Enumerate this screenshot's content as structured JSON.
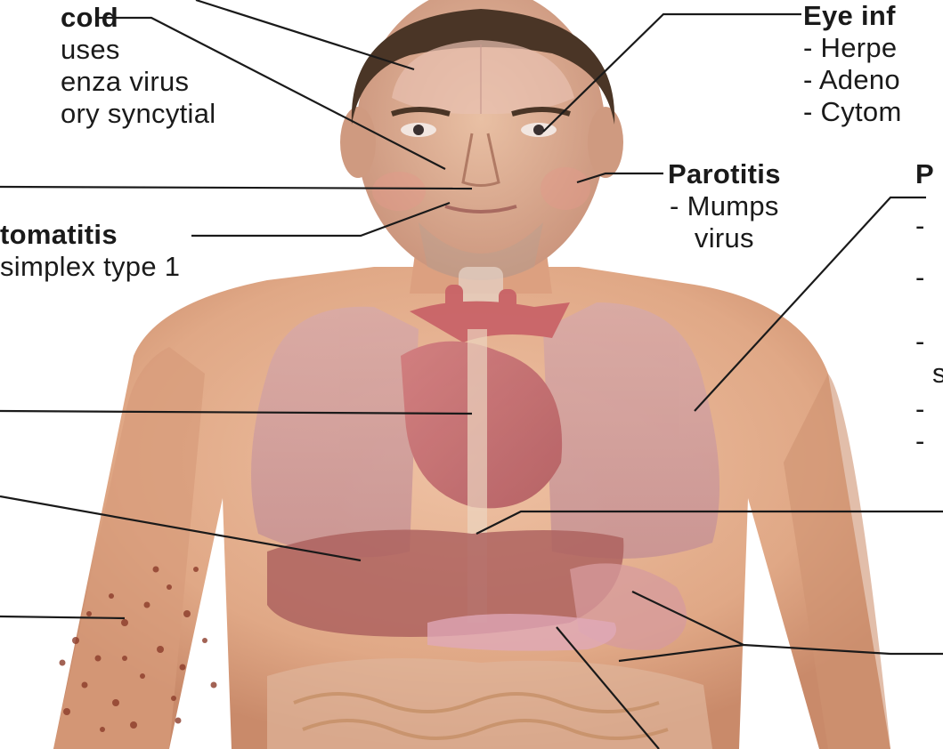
{
  "labels": {
    "common_cold": {
      "heading": "cold",
      "lines": [
        "uses",
        "enza virus",
        "ory syncytial"
      ]
    },
    "eye_infection": {
      "heading": "Eye inf",
      "lines": [
        "- Herpe",
        "- Adeno",
        "- Cytom"
      ]
    },
    "parotitis": {
      "heading": "Parotitis",
      "lines": [
        "- Mumps",
        "virus"
      ]
    },
    "pneumonia": {
      "heading": "P",
      "lines": [
        "-",
        "-",
        "-",
        "-",
        "-"
      ]
    },
    "stomatitis": {
      "heading": "tomatitis",
      "lines": [
        "simplex type 1"
      ]
    },
    "right_fragment": {
      "text": "s"
    }
  },
  "colors": {
    "skin": "#e8b494",
    "skin_shadow": "#c98a6a",
    "hair": "#4a3526",
    "organ_lung": "#cfa0a0",
    "organ_heart": "#c0646a",
    "organ_liver": "#a85a5a",
    "leader_line": "#1a1a1a",
    "rash_spots": "#8b3b2a"
  },
  "icons": [
    "human-figure",
    "brain-icon",
    "lungs-icon",
    "heart-icon",
    "liver-icon",
    "intestines-icon"
  ]
}
